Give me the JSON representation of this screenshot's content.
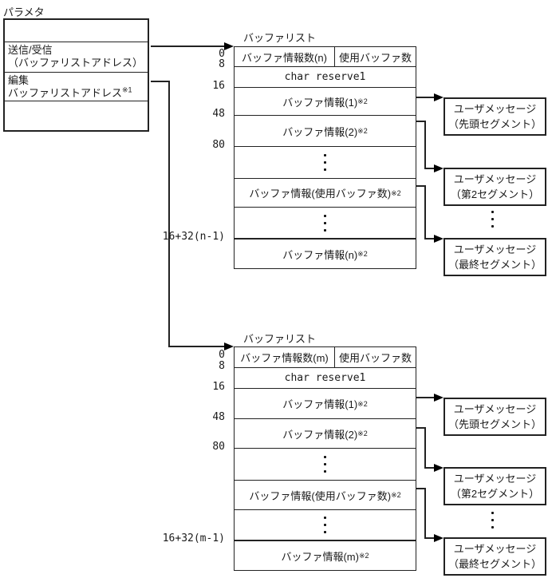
{
  "colors": {
    "background": "#ffffff",
    "line": "#222222",
    "text": "#1a1a1a",
    "arrow": "#000000"
  },
  "param": {
    "title": "パラメタ",
    "rows": [
      {
        "lines": [
          "",
          ""
        ]
      },
      {
        "lines": [
          "送信/受信",
          "（バッファリストアドレス）"
        ],
        "sup": ""
      },
      {
        "lines": [
          "編集",
          "バッファリストアドレス"
        ],
        "sup": "※1"
      },
      {
        "lines": [
          "",
          ""
        ]
      }
    ]
  },
  "lists": [
    {
      "title": "バッファリスト",
      "header": {
        "col1": "バッファ情報数(n)",
        "col2": "使用バッファ数"
      },
      "reserve_row": "char reserve1",
      "rows": [
        {
          "label": "バッファ情報(1)",
          "sup": "※2"
        },
        {
          "label": "バッファ情報(2)",
          "sup": "※2"
        },
        {
          "label": "バッファ情報(使用バッファ数)",
          "sup": "※2"
        },
        {
          "label": "バッファ情報(n)",
          "sup": "※2"
        }
      ],
      "offsets": [
        "0",
        "8",
        "16",
        "48",
        "80",
        "16+32(n-1)"
      ]
    },
    {
      "title": "バッファリスト",
      "header": {
        "col1": "バッファ情報数(m)",
        "col2": "使用バッファ数"
      },
      "reserve_row": "char reserve1",
      "rows": [
        {
          "label": "バッファ情報(1)",
          "sup": "※2"
        },
        {
          "label": "バッファ情報(2)",
          "sup": "※2"
        },
        {
          "label": "バッファ情報(使用バッファ数)",
          "sup": "※2"
        },
        {
          "label": "バッファ情報(m)",
          "sup": "※2"
        }
      ],
      "offsets": [
        "0",
        "8",
        "16",
        "48",
        "80",
        "16+32(m-1)"
      ]
    }
  ],
  "messages": [
    {
      "lines": [
        "ユーザメッセージ",
        "（先頭セグメント）"
      ]
    },
    {
      "lines": [
        "ユーザメッセージ",
        "（第2セグメント）"
      ]
    },
    {
      "lines": [
        "ユーザメッセージ",
        "（最終セグメント）"
      ]
    }
  ]
}
